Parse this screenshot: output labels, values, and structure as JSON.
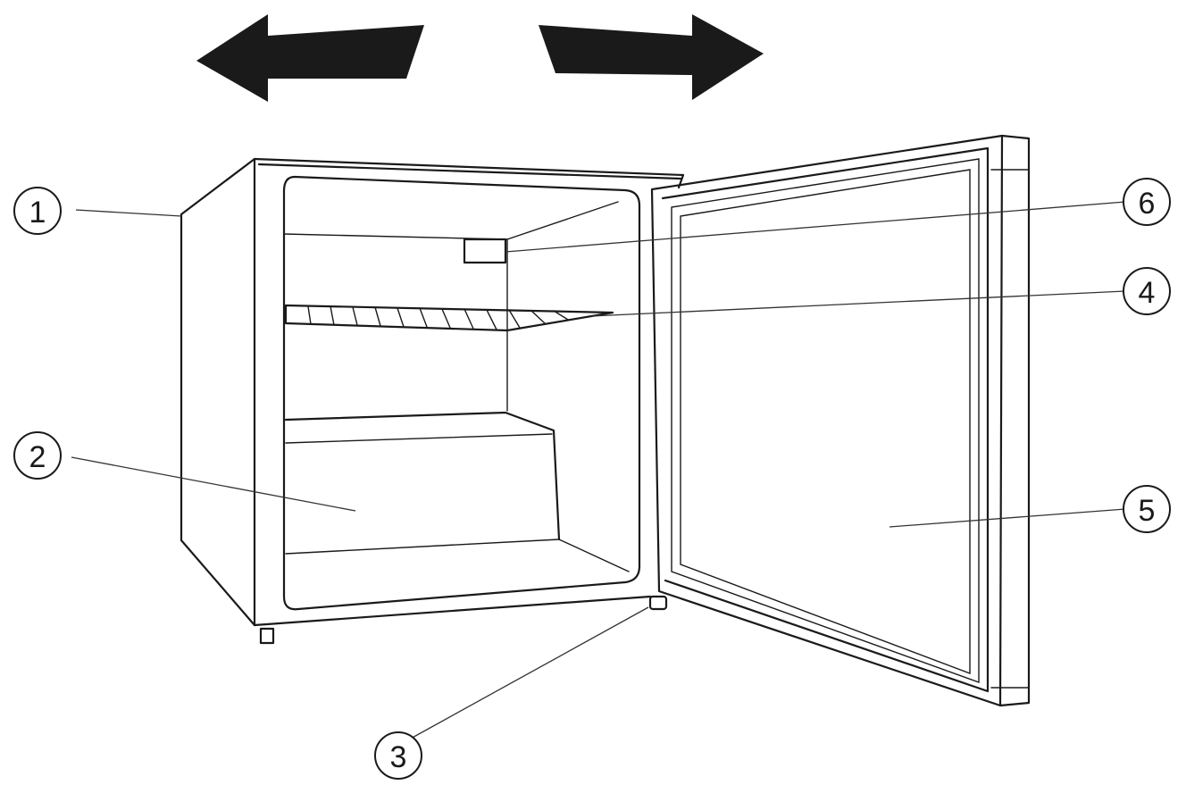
{
  "colors": {
    "ink": "#1a1a1a",
    "background": "#ffffff"
  },
  "callouts": [
    {
      "id": "1",
      "label": "1"
    },
    {
      "id": "2",
      "label": "2"
    },
    {
      "id": "3",
      "label": "3"
    },
    {
      "id": "4",
      "label": "4"
    },
    {
      "id": "5",
      "label": "5"
    },
    {
      "id": "6",
      "label": "6"
    }
  ],
  "arrows": {
    "left": "left-arrow-icon",
    "right": "right-arrow-icon"
  }
}
